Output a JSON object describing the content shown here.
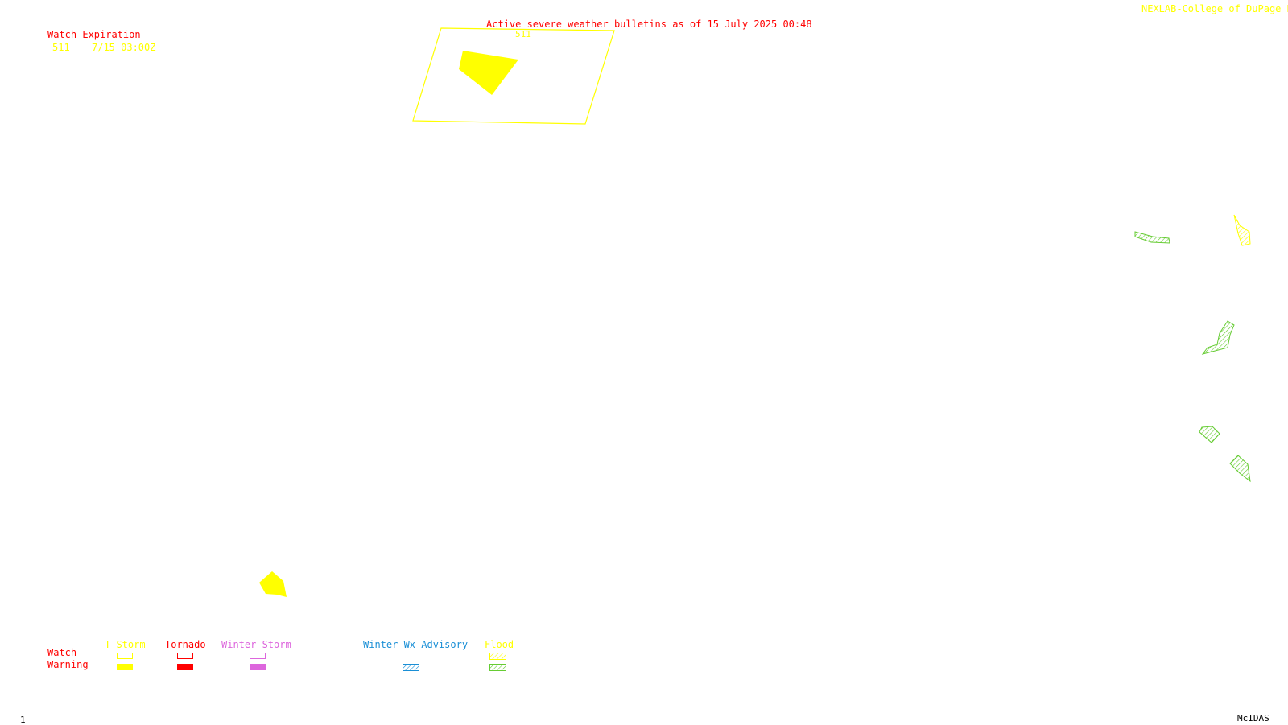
{
  "header": {
    "title": "Active severe weather bulletins as of 15 July 2025 00:48",
    "source": "NEXLAB-College of DuPage R"
  },
  "watch_expiration": {
    "heading": "Watch Expiration",
    "rows": [
      {
        "number": "511",
        "expires": "7/15 03:00Z"
      }
    ]
  },
  "watch_label": "511",
  "legend": {
    "row_labels": {
      "watch": "Watch",
      "warning": "Warning"
    },
    "categories": [
      {
        "name": "T-Storm",
        "color": "#ffff00"
      },
      {
        "name": "Tornado",
        "color": "#ff0000"
      },
      {
        "name": "Winter Storm",
        "color": "#dd66dd"
      },
      {
        "name": "Winter Wx Advisory",
        "color": "#1a8fd6"
      },
      {
        "name": "Flood",
        "color": "#ffff00",
        "warning_color": "#66cc33"
      }
    ]
  },
  "footer": {
    "frame_number": "1",
    "software": "McIDAS"
  }
}
